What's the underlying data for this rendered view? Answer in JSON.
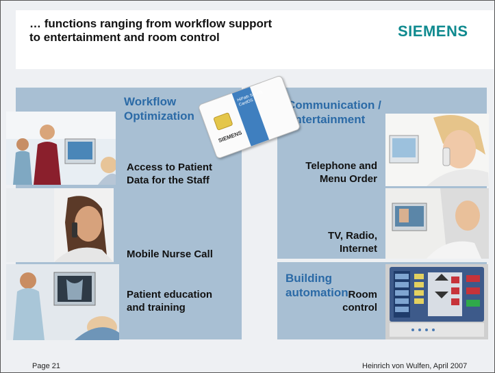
{
  "header": {
    "title": "… functions ranging from workflow support\nto entertainment and room control",
    "logo": "SIEMENS"
  },
  "left_panel": {
    "title": "Workflow\nOptimization",
    "items": [
      "Access to Patient\nData for the Staff",
      "Mobile Nurse Call",
      "Patient education\nand training"
    ]
  },
  "right_panel": {
    "title": "Communication /\nEntertainment",
    "items": [
      "Telephone and\nMenu Order",
      "TV, Radio,\nInternet"
    ]
  },
  "building": {
    "title": "Building\nautomation",
    "item": "Room\ncontrol"
  },
  "card": {
    "brand": "SIEMENS",
    "strip_text": "HiPath Sicurity\nCardOS"
  },
  "footer": {
    "page": "Page 21",
    "author_date": "Heinrich von Wulfen,  April 2007"
  }
}
